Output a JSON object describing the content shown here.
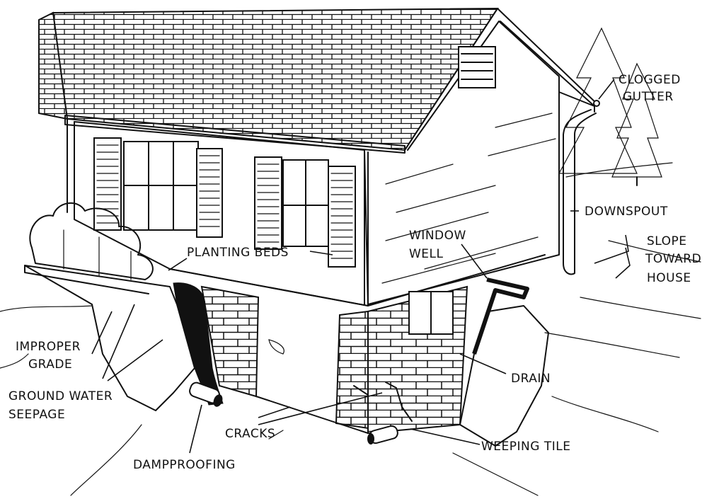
{
  "labels": {
    "clogged_gutter_1": "CLOGGED",
    "clogged_gutter_2": "GUTTER",
    "downspout": "DOWNSPOUT",
    "slope_1": "SLOPE",
    "slope_2": "TOWARD",
    "slope_3": "HOUSE",
    "window_well_1": "WINDOW",
    "window_well_2": "WELL",
    "planting_beds": "PLANTING BEDS",
    "improper_grade_1": "IMPROPER",
    "improper_grade_2": "GRADE",
    "ground_water_1": "GROUND WATER",
    "ground_water_2": "SEEPAGE",
    "drain": "DRAIN",
    "cracks": "CRACKS",
    "weeping_tile": "WEEPING TILE",
    "dampproofing": "DAMPPROOFING"
  }
}
